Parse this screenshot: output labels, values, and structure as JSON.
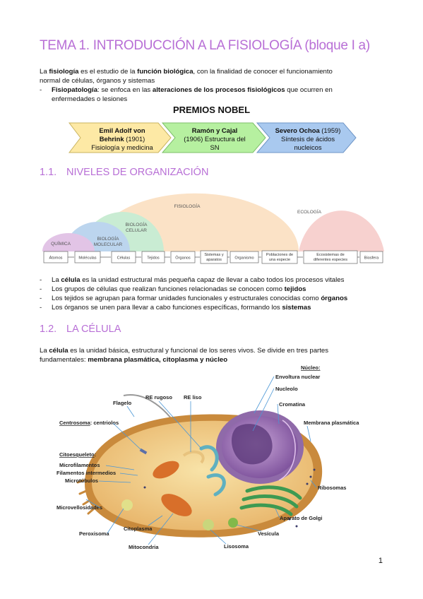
{
  "title": "TEMA 1. INTRODUCCIÓN A LA FISIOLOGÍA (bloque I a)",
  "intro": {
    "p1_a": "La ",
    "p1_b": "fisiología",
    "p1_c": " es el estudio de la ",
    "p1_d": "función biológica",
    "p1_e": ", con la finalidad de conocer el funcionamiento",
    "p1_line2": "normal de células, órganos y sistemas",
    "bullet_dash": "-",
    "b1_a": "Fisiopatología",
    "b1_b": ": se enfoca en las ",
    "b1_c": "alteraciones de los procesos fisiológicos",
    "b1_d": " que ocurren en",
    "b1_line2": "enfermedades o lesiones"
  },
  "nobel": {
    "heading": "PREMIOS NOBEL",
    "items": [
      {
        "name": "Emil Adolf von",
        "name2": "Behrink",
        "year": " (1901)",
        "desc": "Fisiología y medicina",
        "color": "#fde9a5"
      },
      {
        "name": "Ramón y Cajal",
        "year": "(1906) Estructura del",
        "desc": "SN",
        "color": "#b6f0a0"
      },
      {
        "name": "Severo Ochoa",
        "year": " (1959)",
        "desc": "Síntesis de ácidos",
        "desc2": "nucleicos",
        "color": "#a9c9ef"
      }
    ]
  },
  "section1": {
    "num": "1.1.",
    "title": "NIVELES DE ORGANIZACIÓN"
  },
  "levels_diagram": {
    "arcs": [
      "FISIOLOGÍA",
      "ECOLOGÍA",
      "BIOLOGÍA",
      "CELULAR",
      "BIOLOGÍA",
      "MOLECULAR",
      "QUÍMICA"
    ],
    "boxes": [
      "Átomos",
      "Moléculas",
      "Células",
      "Tejidos",
      "Órganos",
      "Sistemas y",
      "aparatos",
      "Organismo",
      "Poblaciones de",
      "una especie",
      "Ecosistemas de",
      "diferentes especies",
      "Biosfera"
    ]
  },
  "levels_bullets": [
    {
      "a": "La ",
      "b": "célula",
      "c": " es la unidad estructural más pequeña capaz de llevar a cabo todos los procesos vitales",
      "d": ""
    },
    {
      "a": "Los grupos de células que realizan funciones relacionadas se conocen como ",
      "b": "tejidos",
      "c": "",
      "d": ""
    },
    {
      "a": "Los tejidos se agrupan para formar unidades funcionales y estructurales conocidas como ",
      "b": "órganos",
      "c": "",
      "d": ""
    },
    {
      "a": "Los órganos se unen para llevar a cabo funciones específicas, formando los ",
      "b": "sistemas",
      "c": "",
      "d": ""
    }
  ],
  "section2": {
    "num": "1.2.",
    "title": "LA CÉLULA"
  },
  "cell_text": {
    "a": "La ",
    "b": "célula",
    "c": " es la unidad básica, estructural y funcional de los seres vivos. Se divide en tres partes",
    "line2_a": "fundamentales: ",
    "line2_b": "membrana plasmática, citoplasma y núcleo"
  },
  "cell_labels": {
    "nucleo_heading": "Núcleo:",
    "envoltura": "Envoltura nuclear",
    "nucleolo": "Nucleolo",
    "cromatina": "Cromatina",
    "membrana": "Membrana plasmática",
    "flagelo": "Flagelo",
    "re_rugoso": "RE rugoso",
    "re_liso": "RE liso",
    "centrosoma": "Centrosoma",
    "centriolos": ": centriolos",
    "citoesqueleto": "Citoesqueleto",
    "colon": ":",
    "microfilamentos": "Microfilamentos",
    "filamentos": "Filamentos intermedios",
    "microtubulos": "Microtúbulos",
    "ribosomas": "Ribosomas",
    "microvellosidades": "Microvellosidades",
    "golgi": "Aparato de Golgi",
    "citoplasma": "Citoplasma",
    "peroxisoma": "Peroxisoma",
    "vesicula": "Vesícula",
    "mitocondria": "Mitocondria",
    "lisosoma": "Lisosoma"
  },
  "page_number": "1"
}
